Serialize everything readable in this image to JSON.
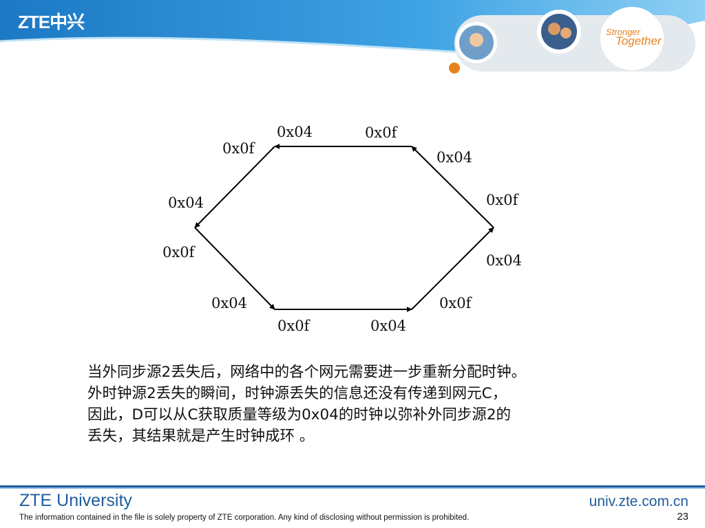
{
  "header": {
    "logo": "ZTE中兴",
    "slogan_line1": "Stronger",
    "slogan_line2": "Together",
    "colors": {
      "band": "#2a8fd6",
      "band_light": "#7cc3ef",
      "accent": "#e8821e"
    }
  },
  "diagram": {
    "arrows": [
      {
        "from": "top-right",
        "to": "top-left"
      },
      {
        "from": "top-left",
        "to": "left"
      },
      {
        "from": "left",
        "to": "bottom-left"
      },
      {
        "from": "bottom-left",
        "to": "bottom-right"
      },
      {
        "from": "bottom-right",
        "to": "right"
      },
      {
        "from": "right",
        "to": "top-right"
      }
    ],
    "labels": [
      {
        "text": "0x04"
      },
      {
        "text": "0x0f"
      },
      {
        "text": "0x0f"
      },
      {
        "text": "0x04"
      },
      {
        "text": "0x04"
      },
      {
        "text": "0x0f"
      },
      {
        "text": "0x0f"
      },
      {
        "text": "0x04"
      },
      {
        "text": "0x04"
      },
      {
        "text": "0x0f"
      },
      {
        "text": "0x0f"
      },
      {
        "text": "0x04"
      }
    ]
  },
  "body_text": [
    "当外同步源2丢失后，网络中的各个网元需要进一步重新分配时钟。",
    "外时钟源2丢失的瞬间，时钟源丢失的信息还没有传递到网元C，",
    "因此，D可以从C获取质量等级为0x04的时钟以弥补外同步源2的",
    "丢失，其结果就是产生时钟成环 。"
  ],
  "footer": {
    "brand": "ZTE University",
    "url": "univ.zte.com.cn",
    "notice": "The information contained in the file is solely property of ZTE corporation. Any kind of disclosing without permission is prohibited.",
    "page_number": "23",
    "rule_color": "#1f5c9e"
  }
}
